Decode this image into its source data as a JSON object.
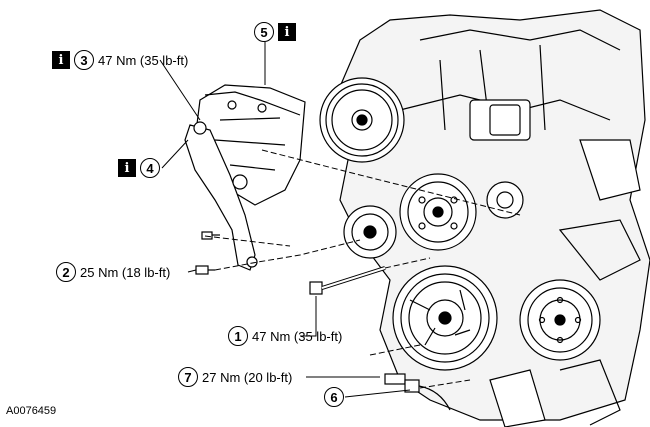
{
  "figure_id": "A0076459",
  "info_icon_glyph": "i",
  "callouts": [
    {
      "num": "1",
      "text": "47 Nm (35 lb-ft)"
    },
    {
      "num": "2",
      "text": "25 Nm (18 lb-ft)"
    },
    {
      "num": "3",
      "text": "47 Nm (35 lb-ft)"
    },
    {
      "num": "4",
      "text": ""
    },
    {
      "num": "5",
      "text": ""
    },
    {
      "num": "6",
      "text": ""
    },
    {
      "num": "7",
      "text": "27 Nm (20 lb-ft)"
    }
  ]
}
